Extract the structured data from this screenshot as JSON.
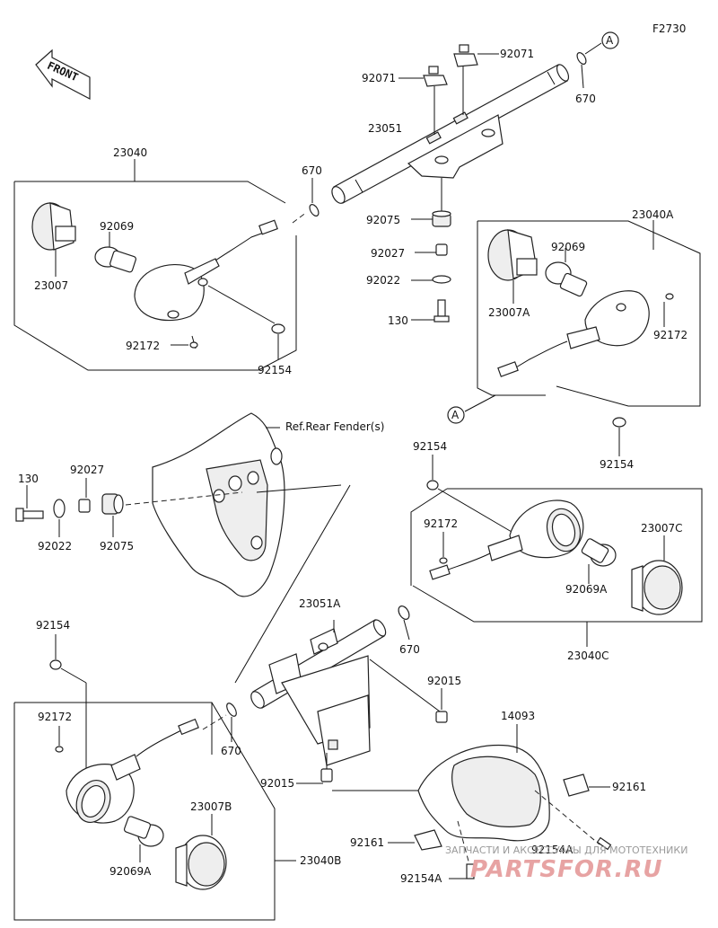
{
  "figure_code": "F2730",
  "front_label": "FRONT",
  "ref_label": "Ref.Rear Fender(s)",
  "ref_marker": "A",
  "labels": {
    "p92071_left": "92071",
    "p92071_right": "92071",
    "p670_top": "670",
    "p23051": "23051",
    "p23040": "23040",
    "p670_mid": "670",
    "p92069": "92069",
    "p23007": "23007",
    "p92172": "92172",
    "p92154": "92154",
    "p92075_top": "92075",
    "p92027_top": "92027",
    "p92022_top": "92022",
    "p130_top": "130",
    "p23040A": "23040A",
    "p92069_A": "92069",
    "p23007A": "23007A",
    "p92172_A": "92172",
    "p92154_A": "92154",
    "p130_left": "130",
    "p92027_left": "92027",
    "p92022_left": "92022",
    "p92075_left": "92075",
    "p92154_C": "92154",
    "p92172_C": "92172",
    "p23007C": "23007C",
    "p92069A_C": "92069A",
    "p23040C": "23040C",
    "p23051A": "23051A",
    "p670_C": "670",
    "p92154_B": "92154",
    "p92172_B": "92172",
    "p670_B": "670",
    "p23007B": "23007B",
    "p92069A_B": "92069A",
    "p23040B": "23040B",
    "p92015_top": "92015",
    "p92015_bot": "92015",
    "p14093": "14093",
    "p92161_right": "92161",
    "p92161_left": "92161",
    "p92154A_right": "92154A",
    "p92154A_bot": "92154A"
  },
  "watermark": {
    "caption": "ЗАПЧАСТИ И АКСЕССУАРЫ ДЛЯ МОТОТЕХНИКИ",
    "brand": "PARTSFOR.RU"
  }
}
